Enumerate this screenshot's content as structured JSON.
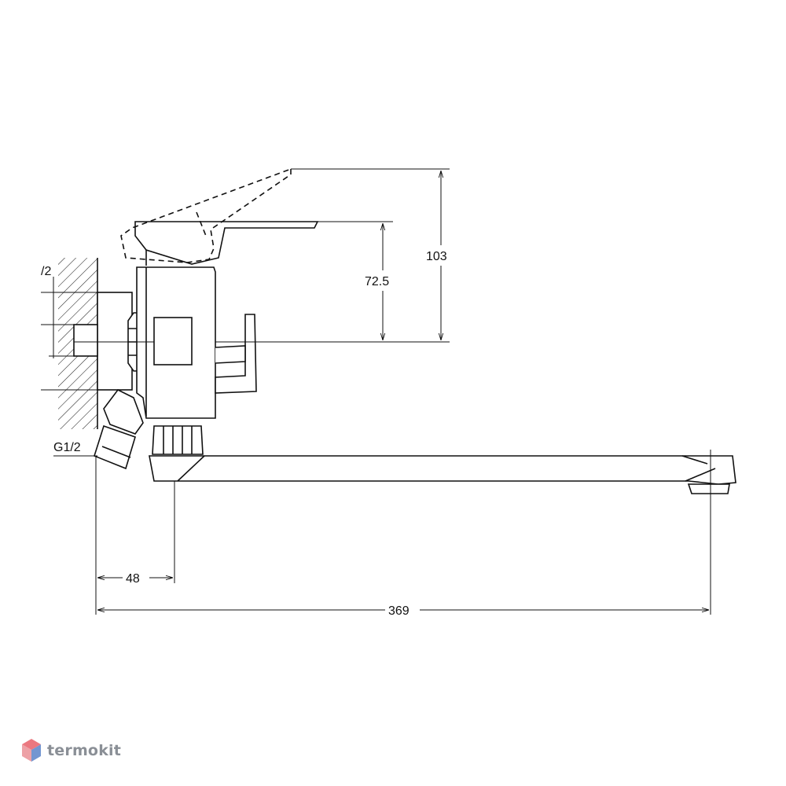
{
  "dimensions": {
    "lever_height_max": "103",
    "lever_height": "72.5",
    "inlet_offset": "48",
    "spout_reach": "369",
    "thread": "G1/2",
    "thread_partial": "/2"
  },
  "watermark": {
    "brand": "termokit",
    "logo_icon": "hexagon-cube-icon",
    "colors": {
      "top": "#e8606a",
      "side": "#5b84c9"
    }
  },
  "colors": {
    "line": "#111111",
    "background": "#ffffff"
  }
}
